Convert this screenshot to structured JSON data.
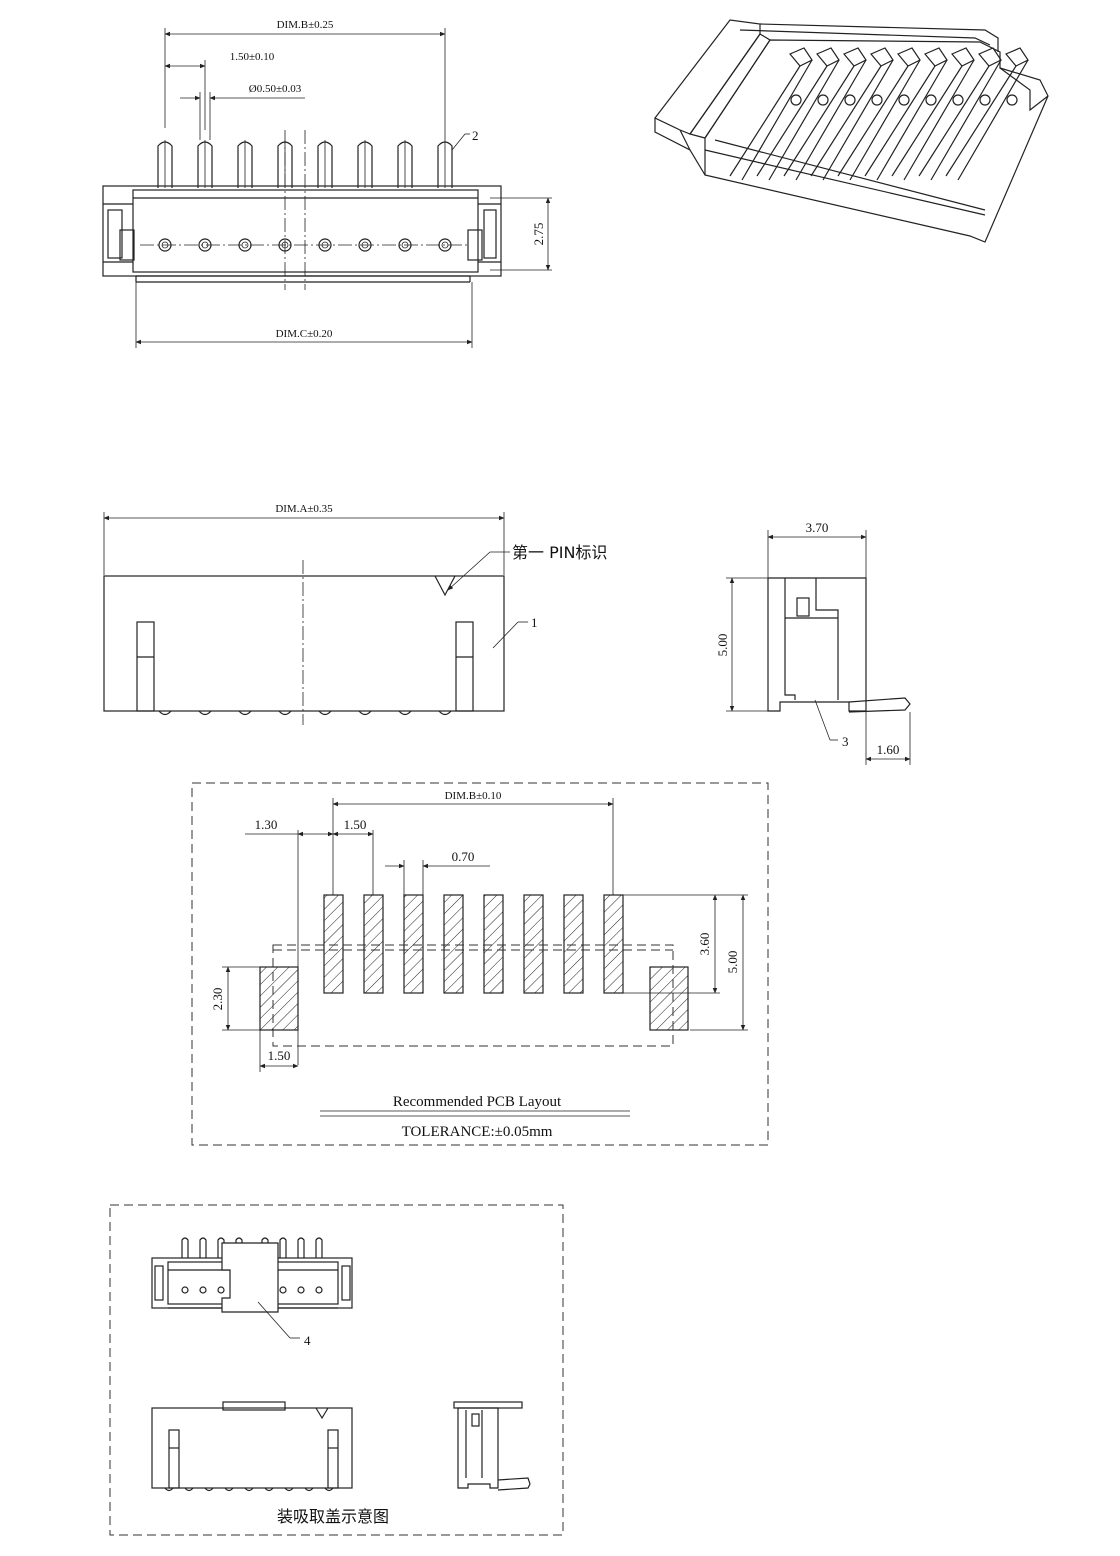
{
  "top_view": {
    "dim_b": "DIM.B±0.25",
    "pitch": "1.50±0.10",
    "pin_dia": "Ø0.50±0.03",
    "callout": "2",
    "height": "2.75",
    "dim_c": "DIM.C±0.20"
  },
  "front_view": {
    "dim_a": "DIM.A±0.35",
    "pin1_mark": "第一 PIN标识",
    "callout": "1"
  },
  "side_view": {
    "width": "3.70",
    "height": "5.00",
    "callout": "3",
    "tail": "1.60"
  },
  "pcb_layout": {
    "dim_b": "DIM.B±0.10",
    "edge": "1.30",
    "pitch": "1.50",
    "pad_w": "0.70",
    "pad_h": "3.60",
    "total_h": "5.00",
    "side_pad_h": "2.30",
    "side_pad_w": "1.50",
    "title": "Recommended PCB Layout",
    "tolerance": "TOLERANCE:±0.05mm"
  },
  "pick_cap": {
    "callout": "4",
    "caption": "装吸取盖示意图"
  }
}
